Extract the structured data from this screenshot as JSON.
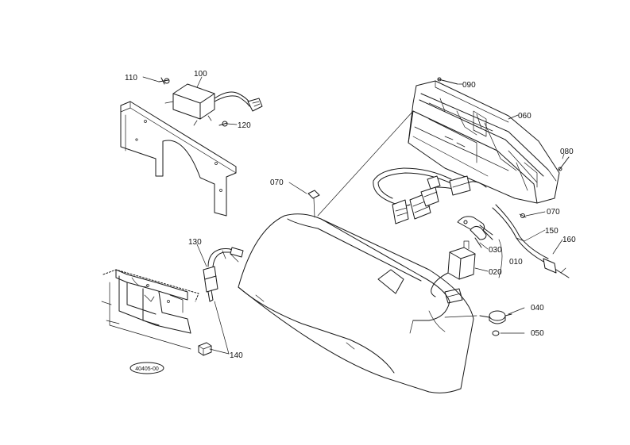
{
  "diagram": {
    "part_labels": {
      "p110": "110",
      "p100": "100",
      "p120": "120",
      "p090": "090",
      "p060": "060",
      "p080": "080",
      "p070a": "070",
      "p070b": "070",
      "p150": "150",
      "p160": "160",
      "p030": "030",
      "p010": "010",
      "p020": "020",
      "p130": "130",
      "p140": "140",
      "p040": "040",
      "p050": "050"
    },
    "stamp": "40405-00",
    "line_color": "#1a1a1a",
    "background": "#ffffff"
  }
}
